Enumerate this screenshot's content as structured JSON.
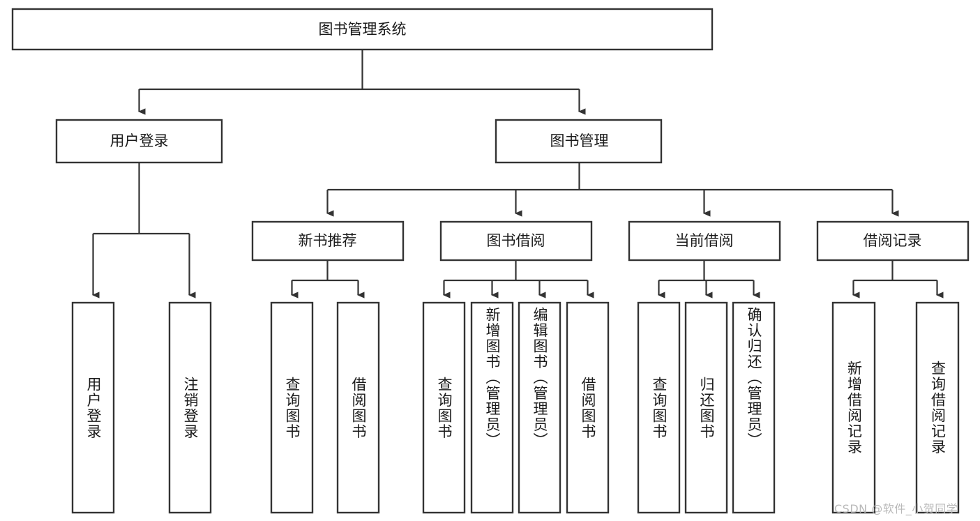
{
  "diagram": {
    "title": "图书管理系统",
    "type": "tree-hierarchy-chart",
    "watermark": "CSDN @软件_小贺同学",
    "colors": {
      "box_stroke": "#333333",
      "box_fill": "#ffffff",
      "connector": "#333333",
      "text": "#1a1a1a",
      "watermark": "#b9b9b9",
      "background": "#ffffff"
    },
    "root": {
      "label": "图书管理系统"
    },
    "level2": [
      {
        "label": "用户登录"
      },
      {
        "label": "图书管理"
      }
    ],
    "level3": [
      {
        "label": "新书推荐"
      },
      {
        "label": "图书借阅"
      },
      {
        "label": "当前借阅"
      },
      {
        "label": "借阅记录"
      }
    ],
    "leaves": {
      "user_login": [
        {
          "label": "用户登录"
        },
        {
          "label": "注销登录"
        }
      ],
      "new_book_recommend": [
        {
          "label": "查询图书"
        },
        {
          "label": "借阅图书"
        }
      ],
      "book_borrow": [
        {
          "label": "查询图书"
        },
        {
          "label": "新增图书（管理员）"
        },
        {
          "label": "编辑图书（管理员）"
        },
        {
          "label": "借阅图书"
        }
      ],
      "current_borrow": [
        {
          "label": "查询图书"
        },
        {
          "label": "归还图书"
        },
        {
          "label": "确认归还（管理员）"
        }
      ],
      "borrow_record": [
        {
          "label": "新增借阅记录"
        },
        {
          "label": "查询借阅记录"
        }
      ]
    }
  }
}
